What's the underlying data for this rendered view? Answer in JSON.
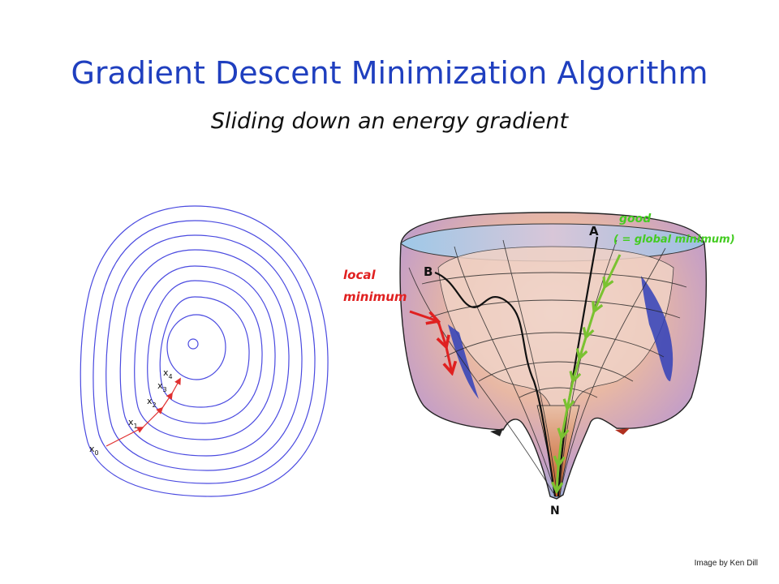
{
  "slide": {
    "title": "Gradient Descent Minimization Algorithm",
    "subtitle": "Sliding down an energy gradient",
    "credit": "Image by Ken Dill"
  },
  "contour_plot": {
    "point_labels": [
      "x",
      "x",
      "x",
      "x",
      "x"
    ],
    "point_subscripts": [
      "0",
      "1",
      "2",
      "3",
      "4"
    ]
  },
  "landscape": {
    "path_labels": {
      "a": "A",
      "b": "B",
      "n": "N"
    },
    "local_label_line1": "local",
    "local_label_line2": "minimum",
    "good_label_line1": "good",
    "good_label_line2": "( = global minimum)"
  },
  "colors": {
    "title": "#1f3fbf",
    "contour": "#4a4ae0",
    "descent_path": "#e03030",
    "local_arrows": "#e02020",
    "good_arrows": "#7ac231"
  }
}
